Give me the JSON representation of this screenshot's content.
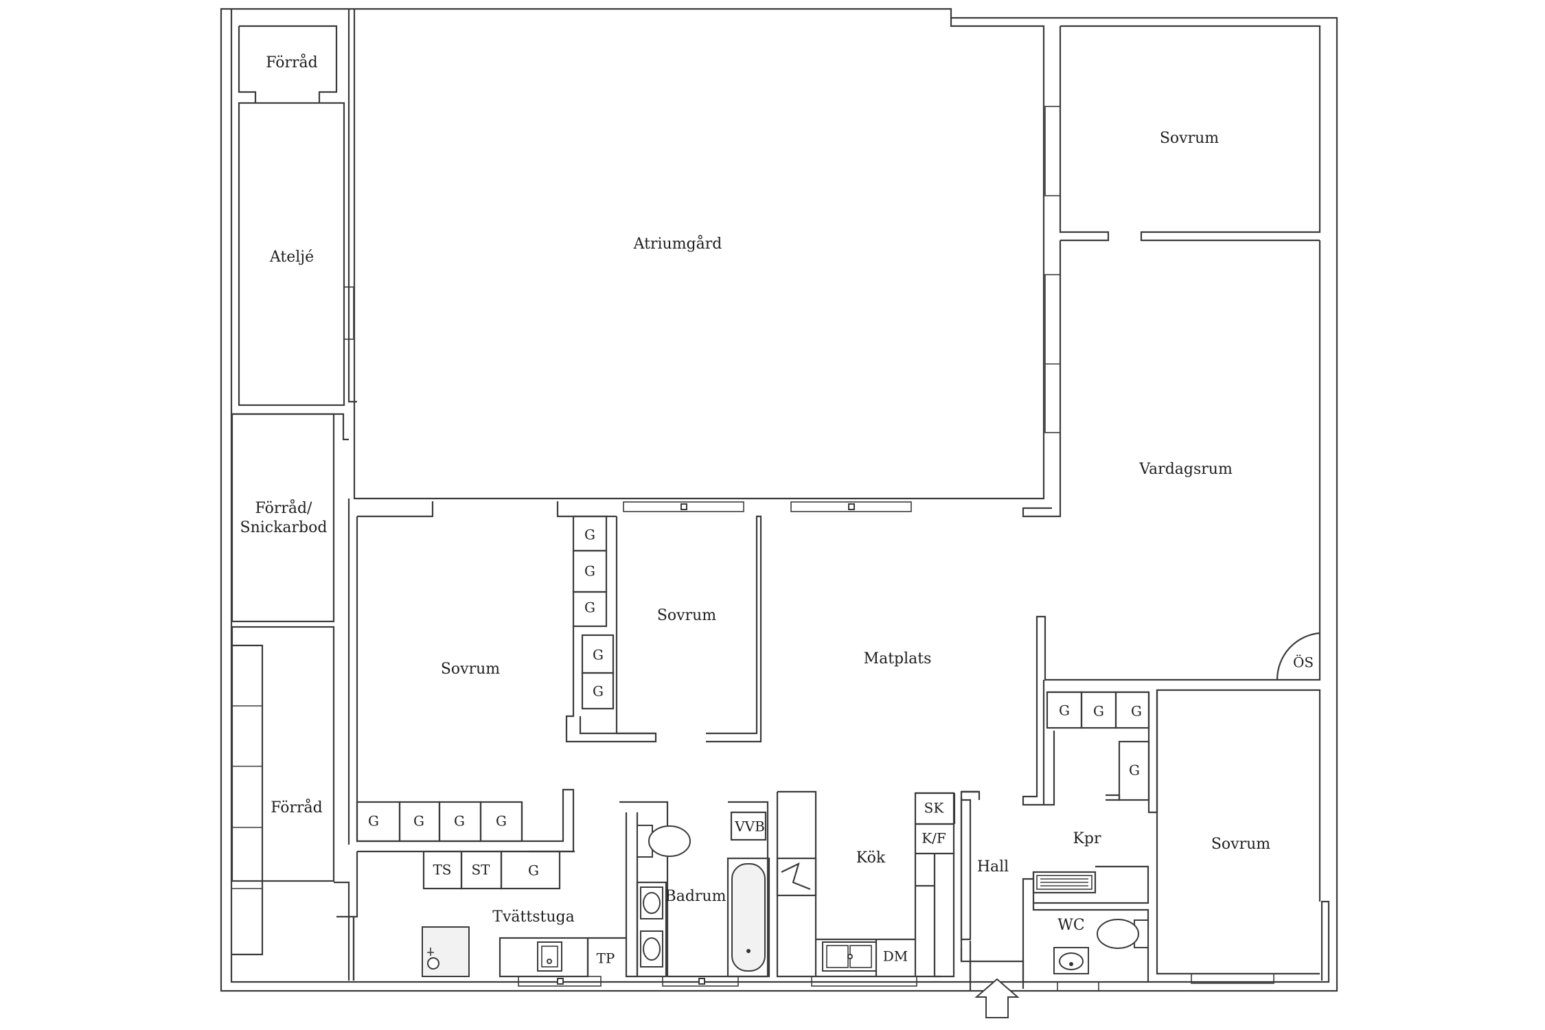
{
  "rooms": {
    "forrad_top": "Förråd",
    "atelje": "Ateljé",
    "forrad_snickarbod_1": "Förråd/",
    "forrad_snickarbod_2": "Snickarbod",
    "forrad_bottom": "Förråd",
    "atriumgard": "Atriumgård",
    "sovrum_ne": "Sovrum",
    "vardagsrum": "Vardagsrum",
    "sovrum_w": "Sovrum",
    "sovrum_mid": "Sovrum",
    "matplats": "Matplats",
    "sovrum_se": "Sovrum",
    "tvattstuga": "Tvättstuga",
    "badrum": "Badrum",
    "kok": "Kök",
    "hall": "Hall",
    "kpr": "Kpr",
    "wc": "WC"
  },
  "labels": {
    "g": "G",
    "ts": "TS",
    "st": "ST",
    "tp": "TP",
    "vvb": "VVB",
    "sk": "SK",
    "kf": "K/F",
    "dm": "DM",
    "os": "ÖS"
  }
}
